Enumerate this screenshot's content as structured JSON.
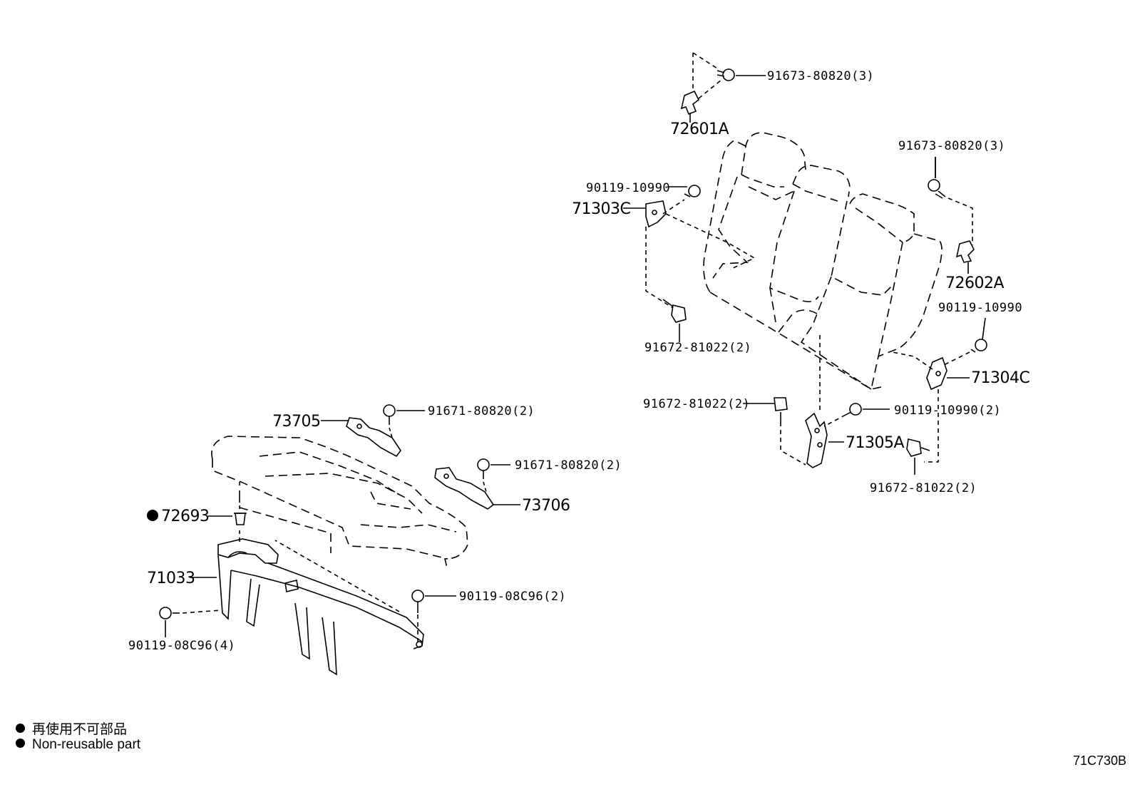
{
  "labels": {
    "l_91673_a": "91673-80820(3)",
    "l_72601A": "72601A",
    "l_91673_b": "91673-80820(3)",
    "l_90119_10990_a": "90119-10990",
    "l_71303C": "71303C",
    "l_72602A": "72602A",
    "l_90119_10990_b": "90119-10990",
    "l_91672_a": "91672-81022(2)",
    "l_71304C": "71304C",
    "l_91672_b": "91672-81022(2)",
    "l_90119_10990_c": "90119-10990(2)",
    "l_71305A": "71305A",
    "l_91672_c": "91672-81022(2)",
    "l_73705": "73705",
    "l_91671_a": "91671-80820(2)",
    "l_91671_b": "91671-80820(2)",
    "l_73706": "73706",
    "l_72693": "72693",
    "l_71033": "71033",
    "l_90119_08C96_a": "90119-08C96(2)",
    "l_90119_08C96_b": "90119-08C96(4)"
  },
  "legend": {
    "jp": "再使用不可部品",
    "en": "Non-reusable part"
  },
  "diagram_code": "71C730B"
}
